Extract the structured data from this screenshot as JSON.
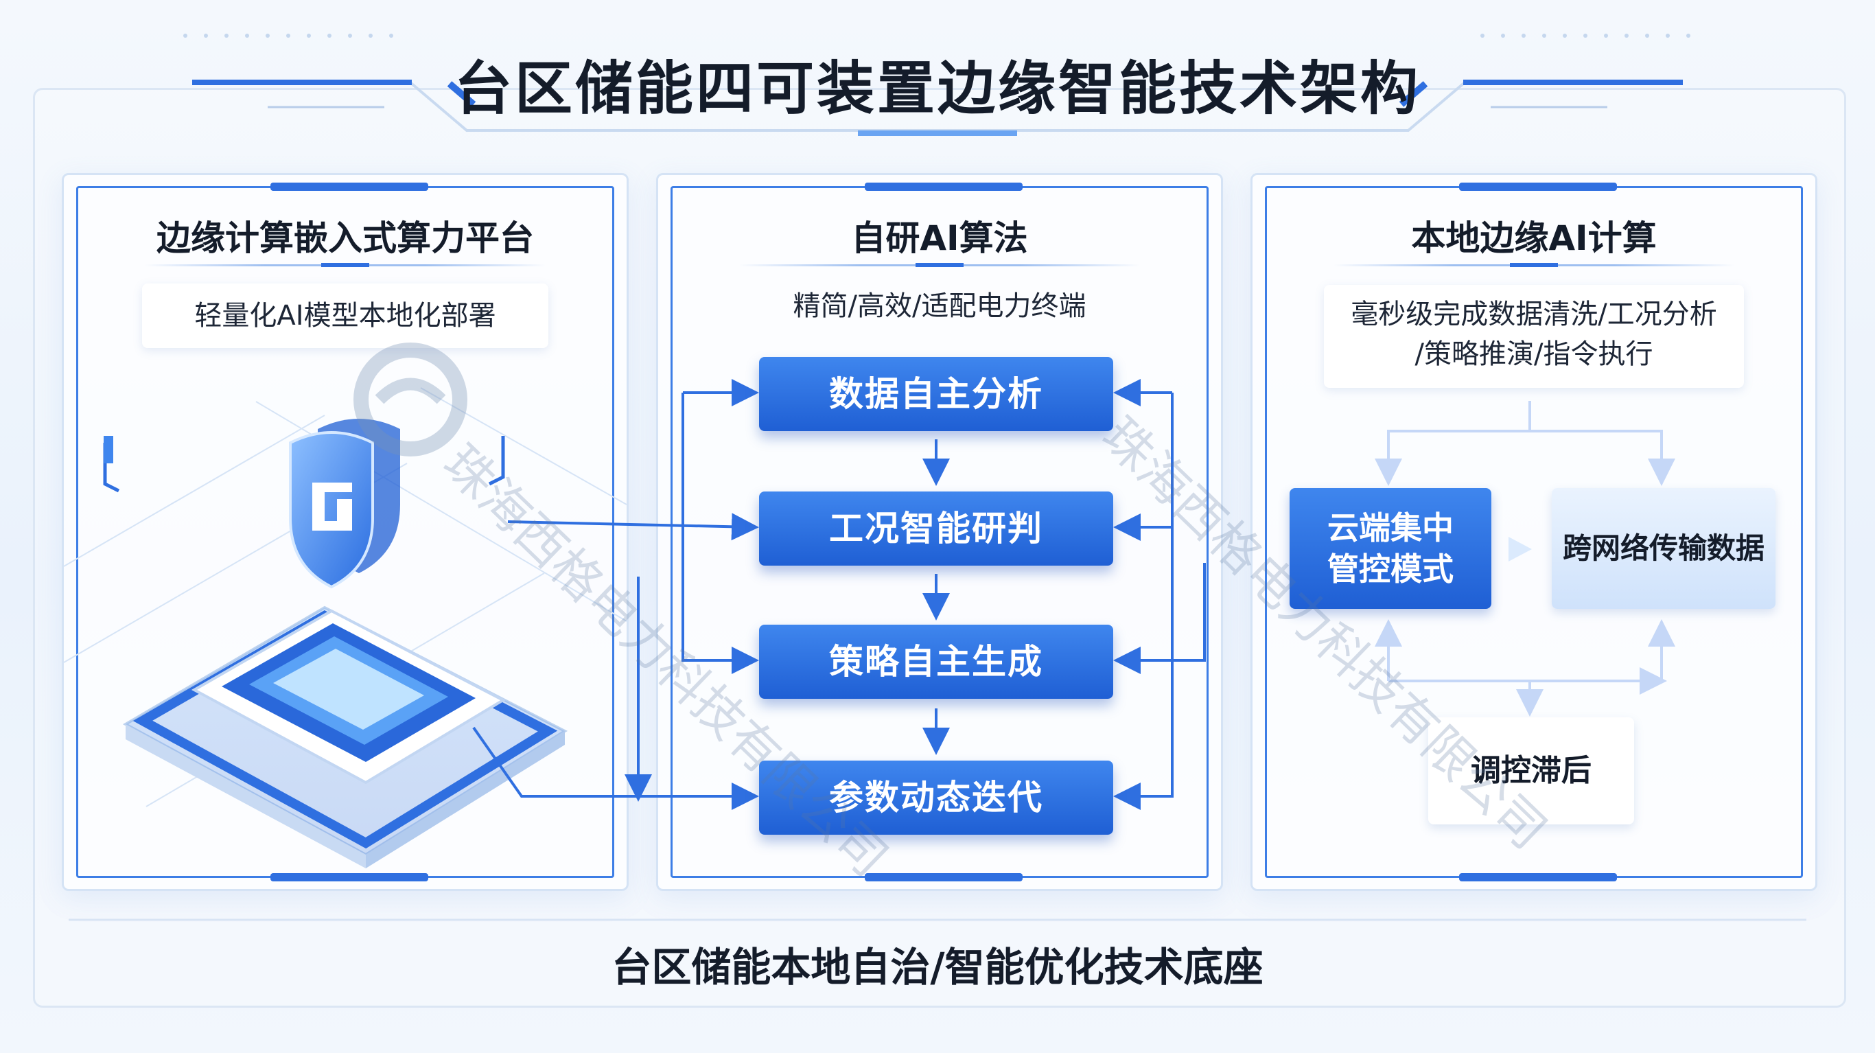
{
  "title": "台区储能四可装置边缘智能技术架构",
  "panels": {
    "left": {
      "title": "边缘计算嵌入式算力平台",
      "subtitle": "轻量化AI模型本地化部署"
    },
    "middle": {
      "title": "自研AI算法",
      "subtitle": "精简/高效/适配电力终端",
      "steps": [
        "数据自主分析",
        "工况智能研判",
        "策略自主生成",
        "参数动态迭代"
      ]
    },
    "right": {
      "title": "本地边缘AI计算",
      "subtitle_line1": "毫秒级完成数据清洗/工况分析",
      "subtitle_line2": "/策略推演/指令执行",
      "cloud_mode_line1": "云端集中",
      "cloud_mode_line2": "管控模式",
      "cross_network": "跨网络传输数据",
      "delay": "调控滞后"
    }
  },
  "foundation": "台区储能本地自治/智能优化技术底座",
  "watermark": "珠海西格电力科技有限公司",
  "colors": {
    "accent": "#2f6fe0",
    "accent_light": "#3f86ee",
    "panel_border": "#3d7ee6",
    "text": "#141c2a"
  }
}
